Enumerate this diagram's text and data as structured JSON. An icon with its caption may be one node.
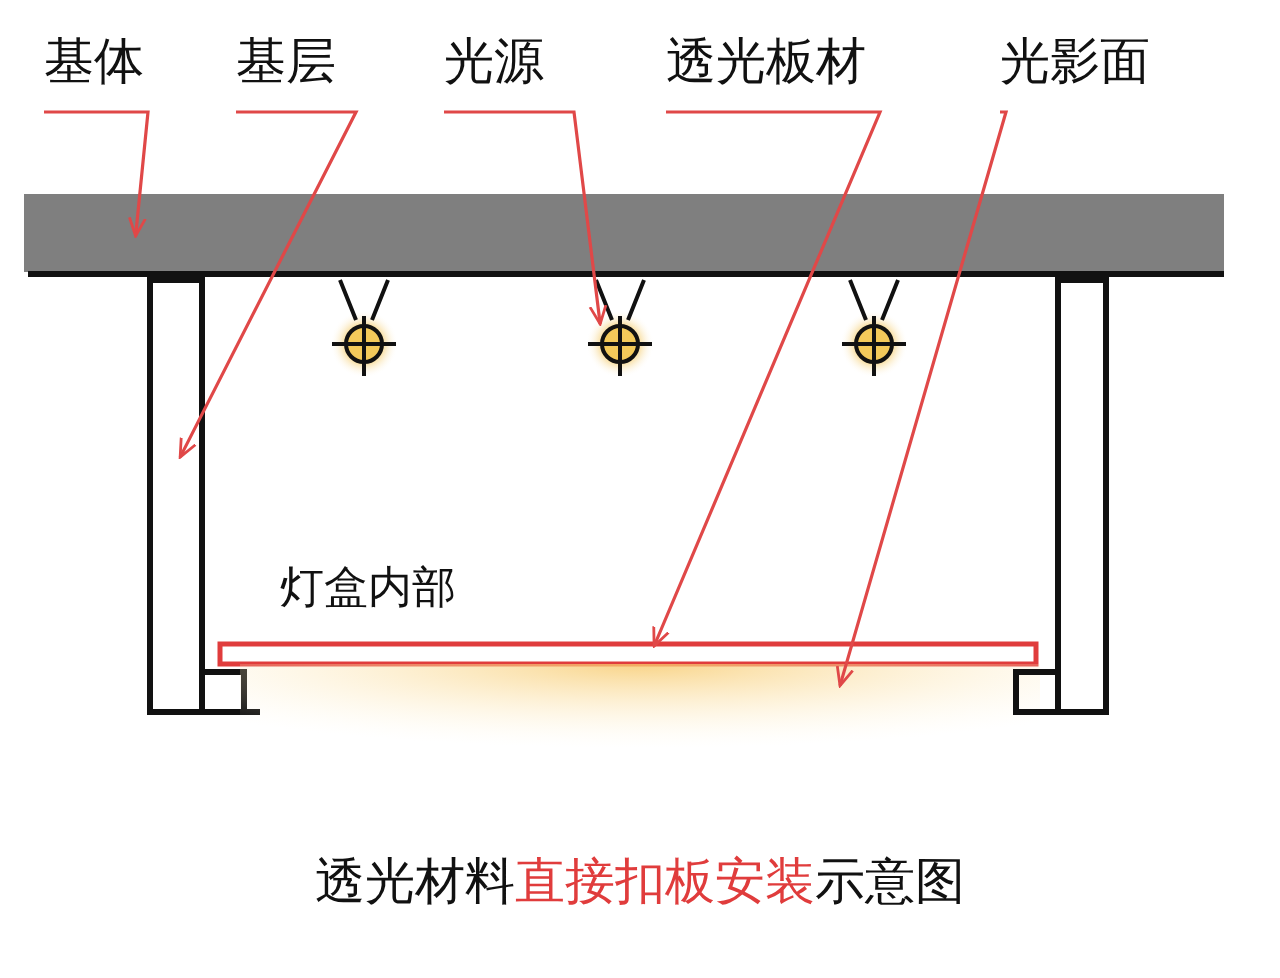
{
  "diagram": {
    "caption": "透光材料**直接扣板安装**示意图",
    "nodes": [
      {
        "text": [
          "基体"
        ]
      },
      {
        "text": [
          "基层"
        ]
      },
      {
        "text": [
          "光源"
        ]
      },
      {
        "text": [
          "透光板材"
        ]
      },
      {
        "text": [
          "光影面"
        ]
      },
      {
        "text": [],
        "shape": "bar"
      },
      {
        "text": [],
        "shape": "box"
      },
      {
        "text": [],
        "shape": "picture"
      },
      {
        "text": [],
        "shape": "bar"
      },
      {
        "text": [],
        "shape": "box"
      },
      {
        "text": [],
        "shape": "box"
      }
    ],
    "edges": [
      {
        "from": 0,
        "to": 5,
        "arrow": "to"
      },
      {
        "from": 1,
        "to": 6,
        "arrow": "to"
      },
      {
        "from": 2,
        "to": 7,
        "arrow": "to"
      },
      {
        "from": 3,
        "to": 8,
        "arrow": "to"
      },
      {
        "from": 4,
        "to": 9,
        "arrow": "to"
      }
    ],
    "labels": [
      "灯盒内部"
    ]
  }
}
